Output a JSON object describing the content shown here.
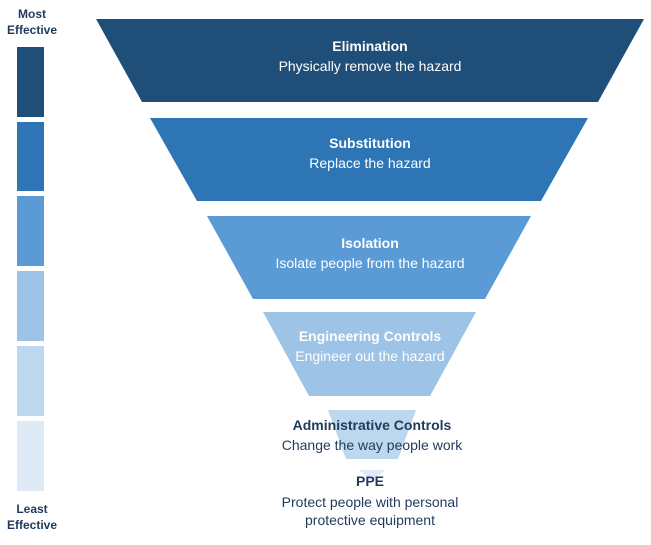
{
  "scale": {
    "top_label_line1": "Most",
    "top_label_line2": "Effective",
    "bottom_label_line1": "Least",
    "bottom_label_line2": "Effective",
    "colors": [
      "#1f4e79",
      "#2e75b6",
      "#5b9bd5",
      "#9dc3e6",
      "#bdd7ee",
      "#deebf7"
    ]
  },
  "tiers": [
    {
      "title": "Elimination",
      "description": "Physically remove the hazard",
      "color": "#1f4e79",
      "text_color": "#ffffff"
    },
    {
      "title": "Substitution",
      "description": "Replace the hazard",
      "color": "#2e75b6",
      "text_color": "#ffffff"
    },
    {
      "title": "Isolation",
      "description": "Isolate people from the hazard",
      "color": "#5b9bd5",
      "text_color": "#ffffff"
    },
    {
      "title": "Engineering Controls",
      "description": "Engineer out the hazard",
      "color": "#9dc3e6",
      "text_color": "#ffffff"
    },
    {
      "title": "Administrative Controls",
      "description": "Change the way people work",
      "color": "#bdd7ee",
      "text_color": "#1f3b5c"
    },
    {
      "title": "PPE",
      "description": "Protect people with personal",
      "description_line2": "protective equipment",
      "color": "#deebf7",
      "text_color": "#1f3b5c"
    }
  ]
}
